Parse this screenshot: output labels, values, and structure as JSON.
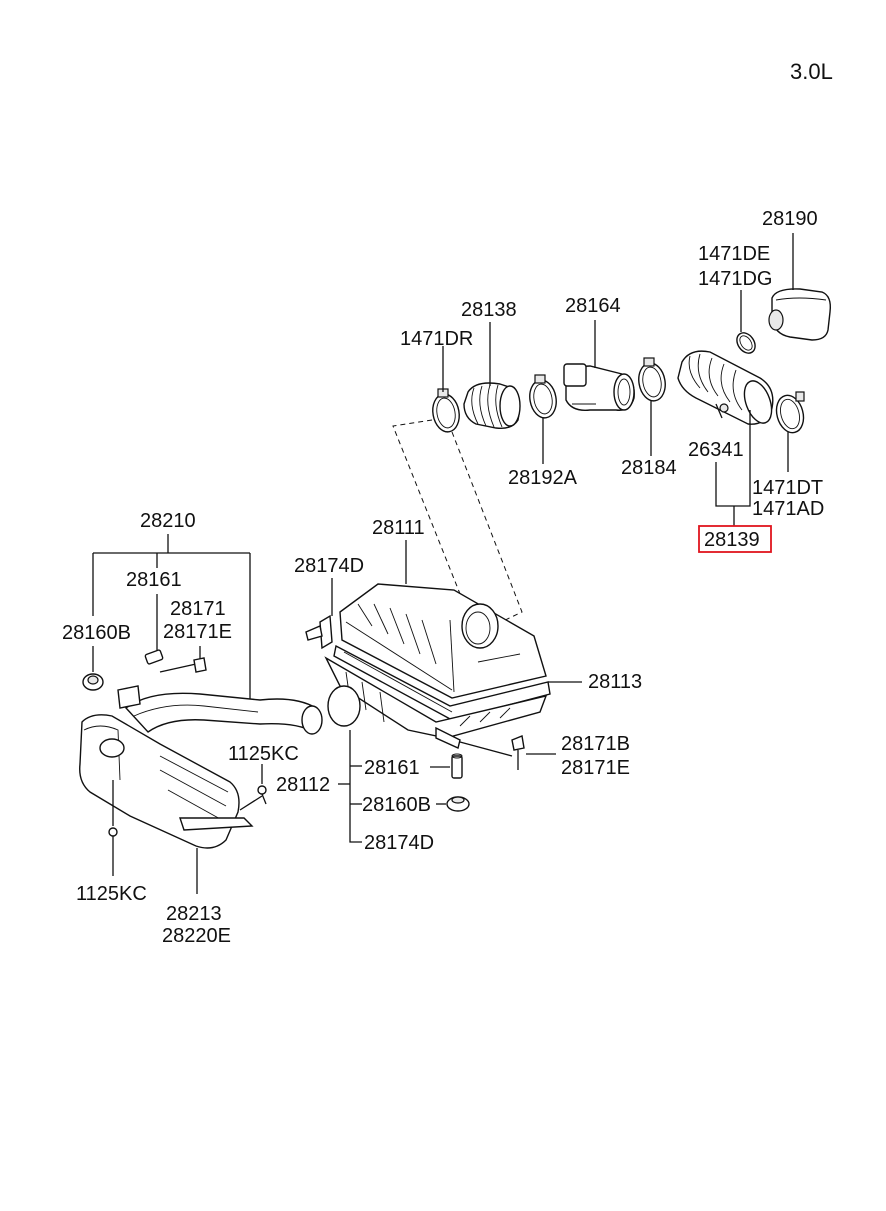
{
  "engine": "3.0L",
  "labels": {
    "p28190": "28190",
    "p1471DE": "1471DE",
    "p1471DG": "1471DG",
    "p28164": "28164",
    "p28138": "28138",
    "p1471DR": "1471DR",
    "p28192A": "28192A",
    "p28184": "28184",
    "p26341": "26341",
    "p1471DT": "1471DT",
    "p1471AD": "1471AD",
    "p28139": "28139",
    "p28210": "28210",
    "p28111": "28111",
    "p28174D_top": "28174D",
    "p28161_top": "28161",
    "p28171": "28171",
    "p28171E_left": "28171E",
    "p28160B_left": "28160B",
    "p28113": "28113",
    "p1125KC_mid": "1125KC",
    "p28171B": "28171B",
    "p28171E_right": "28171E",
    "p28112": "28112",
    "p28161_bottom": "28161",
    "p28160B_bottom": "28160B",
    "p28174D_bottom": "28174D",
    "p1125KC_bottom": "1125KC",
    "p28213": "28213",
    "p28220E": "28220E"
  },
  "highlight": {
    "part": "28139",
    "color": "#e0141e"
  }
}
